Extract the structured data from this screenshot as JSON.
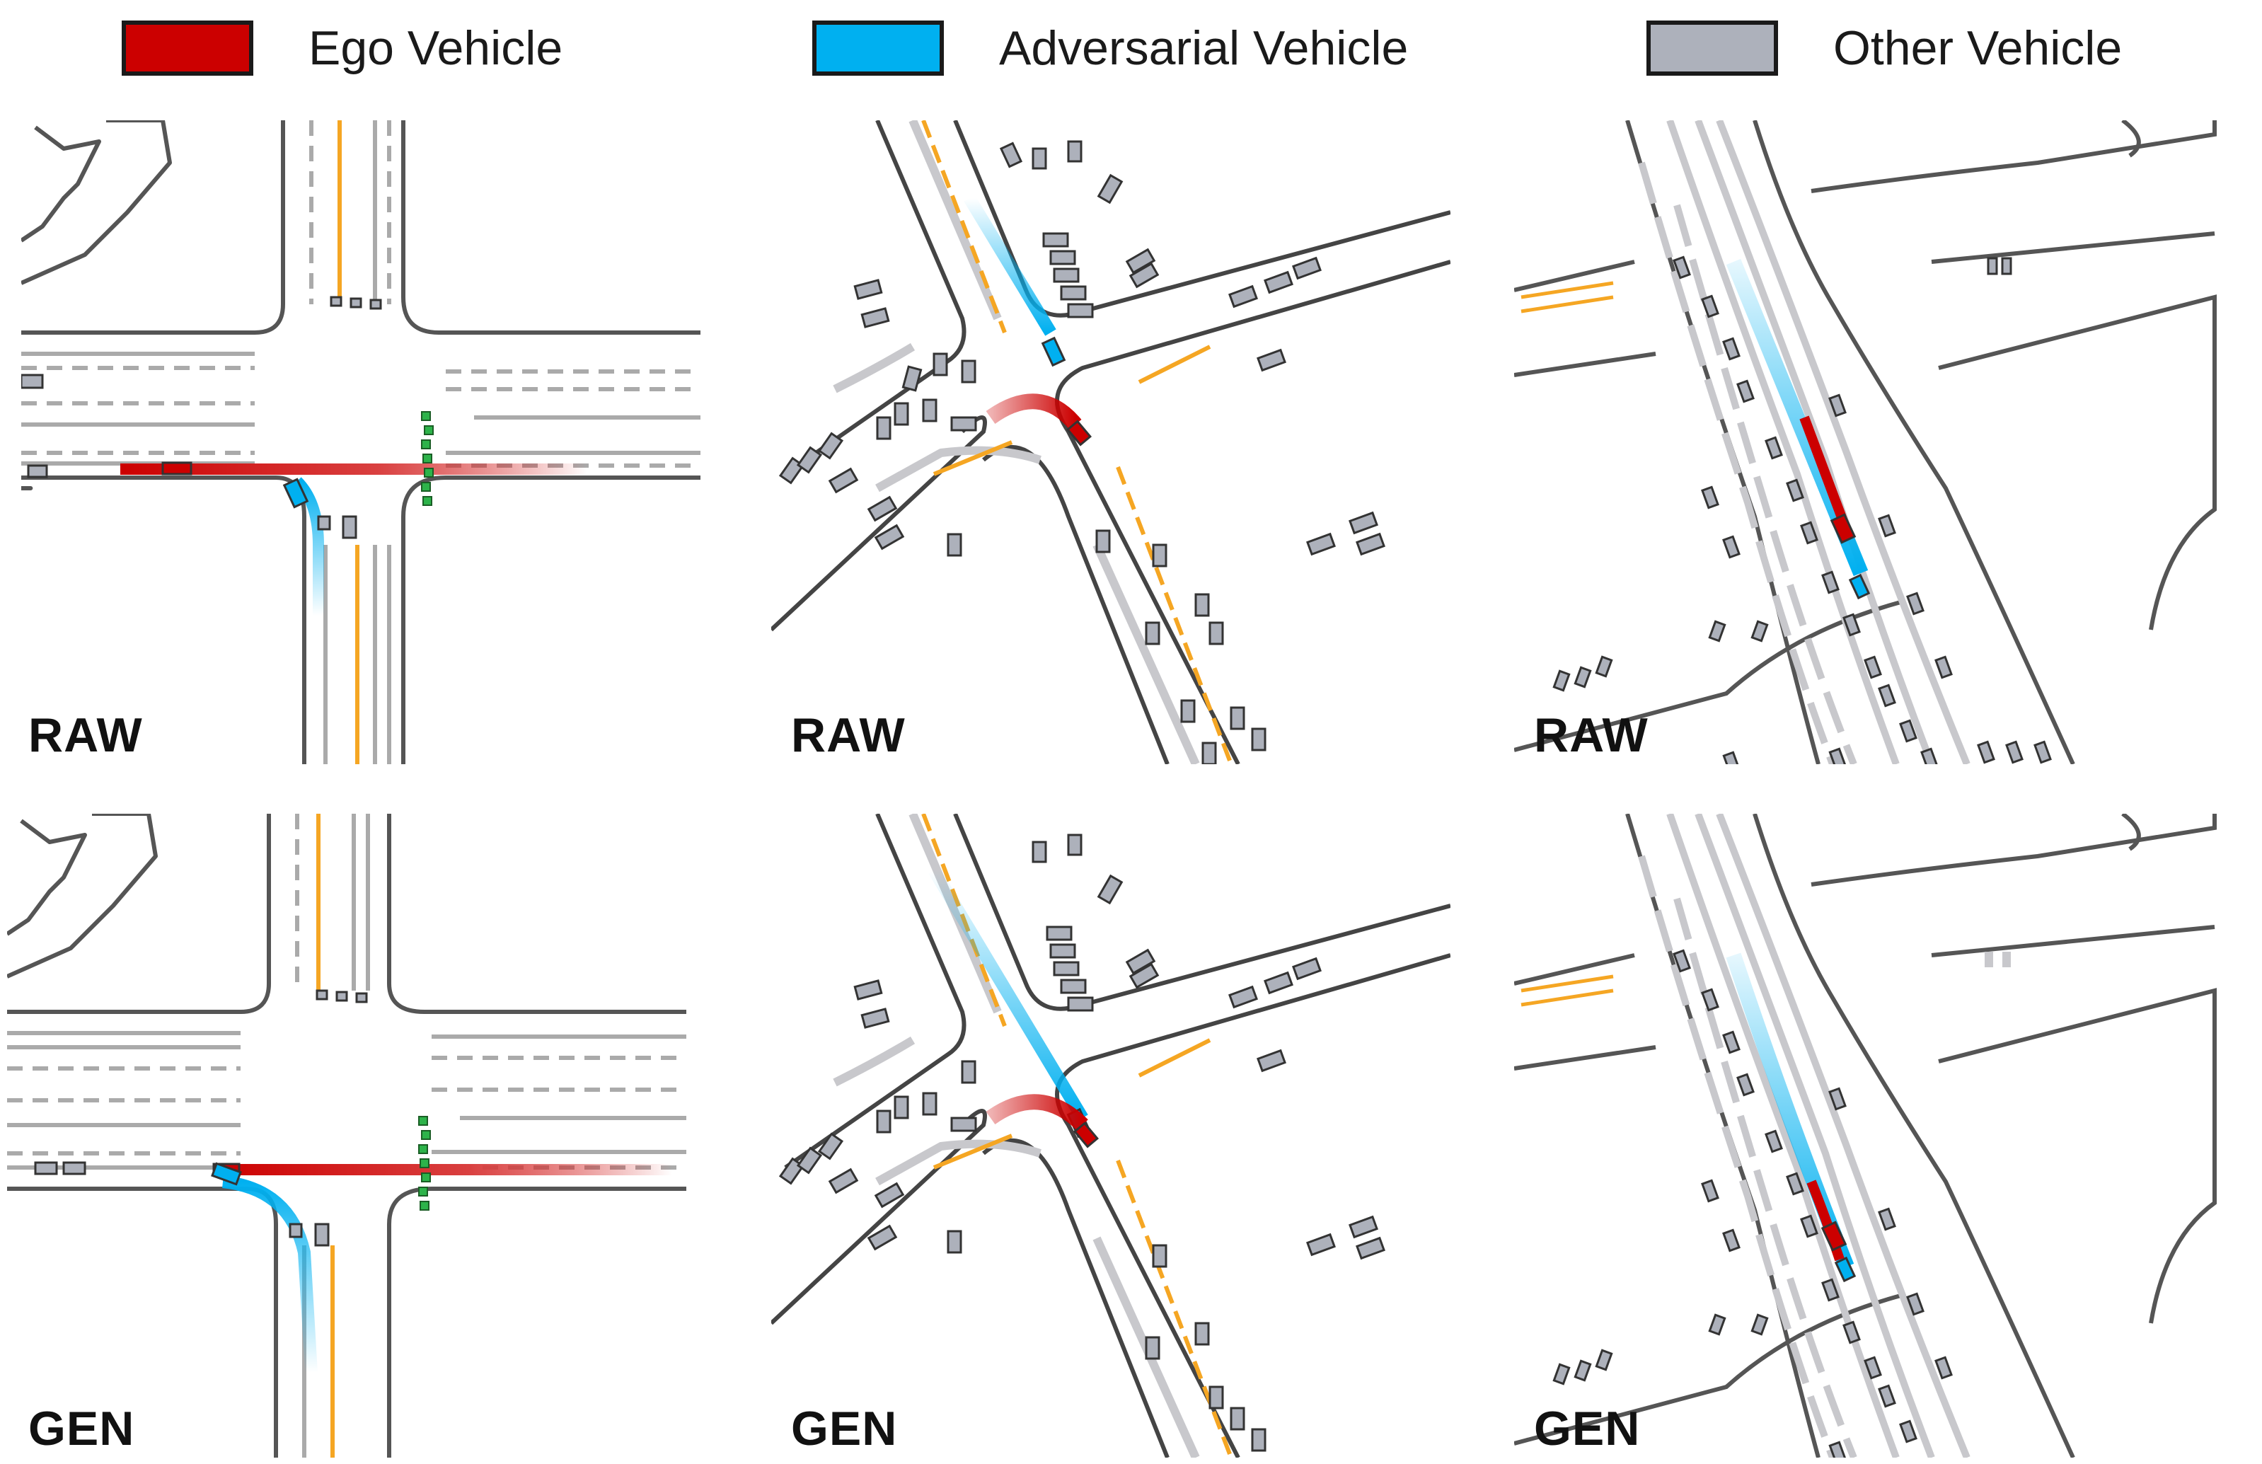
{
  "legend": {
    "items": [
      {
        "label": "Ego Vehicle",
        "color": "#cc0000"
      },
      {
        "label": "Adversarial Vehicle",
        "color": "#00b0f0"
      },
      {
        "label": "Other Vehicle",
        "color": "#adb1bb"
      }
    ]
  },
  "panels": [
    {
      "row": "top",
      "column": 1,
      "label": "RAW",
      "scene": "four-way-intersection"
    },
    {
      "row": "top",
      "column": 2,
      "label": "RAW",
      "scene": "diagonal-intersection"
    },
    {
      "row": "top",
      "column": 3,
      "label": "RAW",
      "scene": "curved-highway"
    },
    {
      "row": "bottom",
      "column": 1,
      "label": "GEN",
      "scene": "four-way-intersection"
    },
    {
      "row": "bottom",
      "column": 2,
      "label": "GEN",
      "scene": "diagonal-intersection"
    },
    {
      "row": "bottom",
      "column": 3,
      "label": "GEN",
      "scene": "curved-highway"
    }
  ],
  "colors": {
    "road_edge": "#555555",
    "lane_line": "#a8a8a8",
    "center_line": "#f5a623",
    "crosswalk_marker": "#2db34a"
  }
}
